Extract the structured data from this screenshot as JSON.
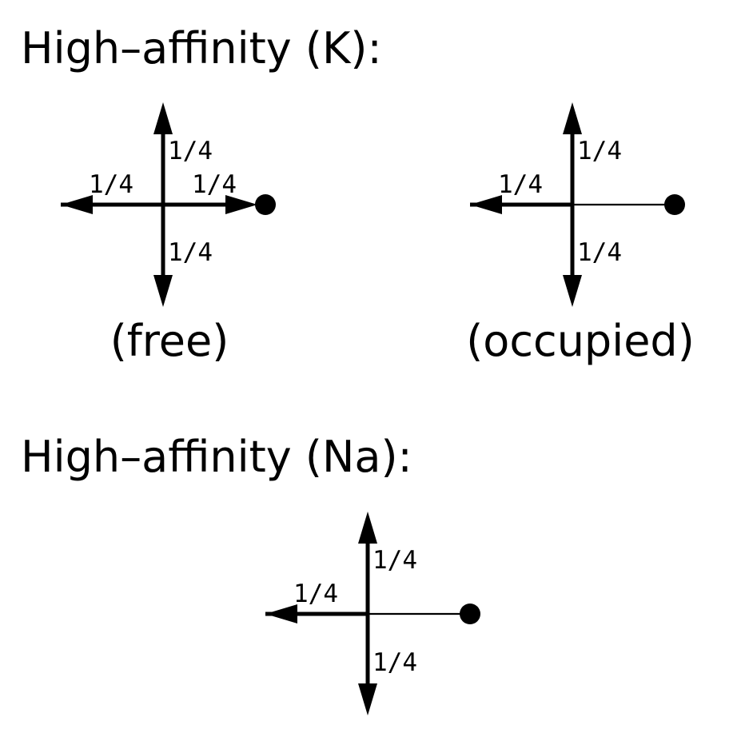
{
  "sections": [
    {
      "heading": "High–affinity (K):",
      "panels": [
        {
          "caption": "(free)",
          "up": "1/4",
          "down": "1/4",
          "left": "1/4",
          "right": "1/4",
          "right_arrow": true
        },
        {
          "caption": "(occupied)",
          "up": "1/4",
          "down": "1/4",
          "left": "1/4",
          "right": "",
          "right_arrow": false
        }
      ]
    },
    {
      "heading": "High–affinity (Na):",
      "panels": [
        {
          "caption": "",
          "up": "1/4",
          "down": "1/4",
          "left": "1/4",
          "right": "",
          "right_arrow": false
        }
      ]
    }
  ]
}
